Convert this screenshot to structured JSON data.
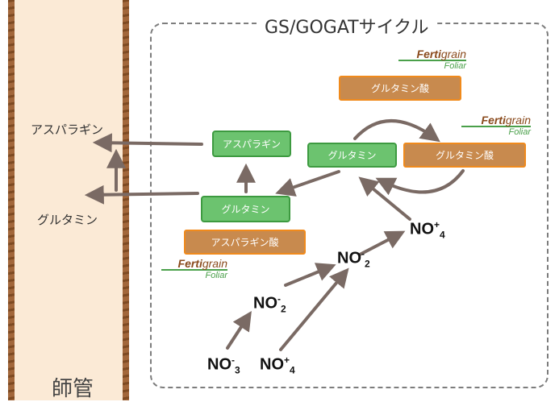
{
  "title": "GS/GOGATサイクル",
  "phloem_label": "師管",
  "phloem_side": {
    "asparagine": "アスパラギン",
    "glutamine": "グルタミン"
  },
  "cycle": {
    "asparagine": "アスパラギン",
    "glutamine_center": "グルタミン",
    "glutamine_lower": "グルタミン",
    "glutamic_acid_top": "グルタミン酸",
    "glutamic_acid_right": "グルタミン酸",
    "aspartic_acid": "アスパラギン酸"
  },
  "brand": {
    "part1": "Ferti",
    "part2": "grain",
    "line2": "Foliar"
  },
  "chem": {
    "nitrate": {
      "base": "NO",
      "charge": "-",
      "sub": "3"
    },
    "ammonium_bottom": {
      "base": "NO",
      "charge": "+",
      "sub": "4"
    },
    "nitrite_low": {
      "base": "NO",
      "charge": "-",
      "sub": "2"
    },
    "nitrite_mid": {
      "base": "NO",
      "charge": "-",
      "sub": "2"
    },
    "ammonium_top": {
      "base": "NO",
      "charge": "+",
      "sub": "4"
    }
  },
  "colors": {
    "arrow": "#7a6a64",
    "green": "#6cc36f",
    "orange_fill": "#c88a4e",
    "orange_border": "#f08a1c",
    "phloem": "#fbead6",
    "bark": "#9a5a2a"
  }
}
